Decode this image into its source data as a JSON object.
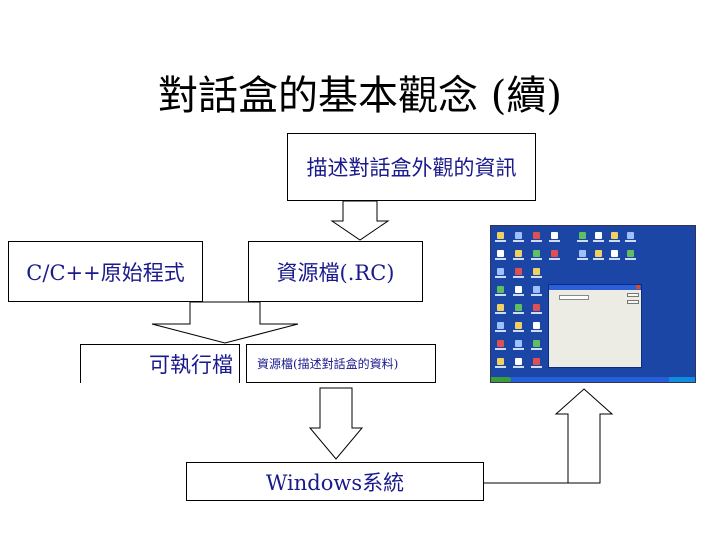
{
  "title": "對話盒的基本觀念 (續)",
  "boxes": {
    "description": "描述對話盒外觀的資訊",
    "source": "C/C++原始程式",
    "rc": "資源檔(.RC)",
    "exe": "可執行檔",
    "exe_resource": "資源檔(描述對話盒的資料)",
    "windows": "Windows系統"
  },
  "colors": {
    "text": "#1a1a8c",
    "desktop_bg": "#1c46a6"
  }
}
